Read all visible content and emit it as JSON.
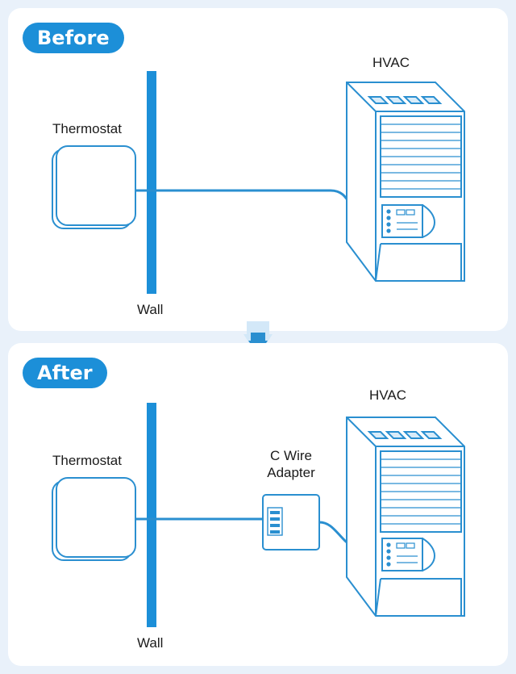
{
  "before": {
    "badge": "Before",
    "thermostat_label": "Thermostat",
    "wall_label": "Wall",
    "hvac_label": "HVAC"
  },
  "after": {
    "badge": "After",
    "thermostat_label": "Thermostat",
    "wall_label": "Wall",
    "hvac_label": "HVAC",
    "adapter_label_line1": "C Wire",
    "adapter_label_line2": "Adapter"
  },
  "colors": {
    "accent": "#1c8fd8",
    "line": "#2a8fd0",
    "background": "#e9f1fa",
    "panel": "#ffffff"
  }
}
